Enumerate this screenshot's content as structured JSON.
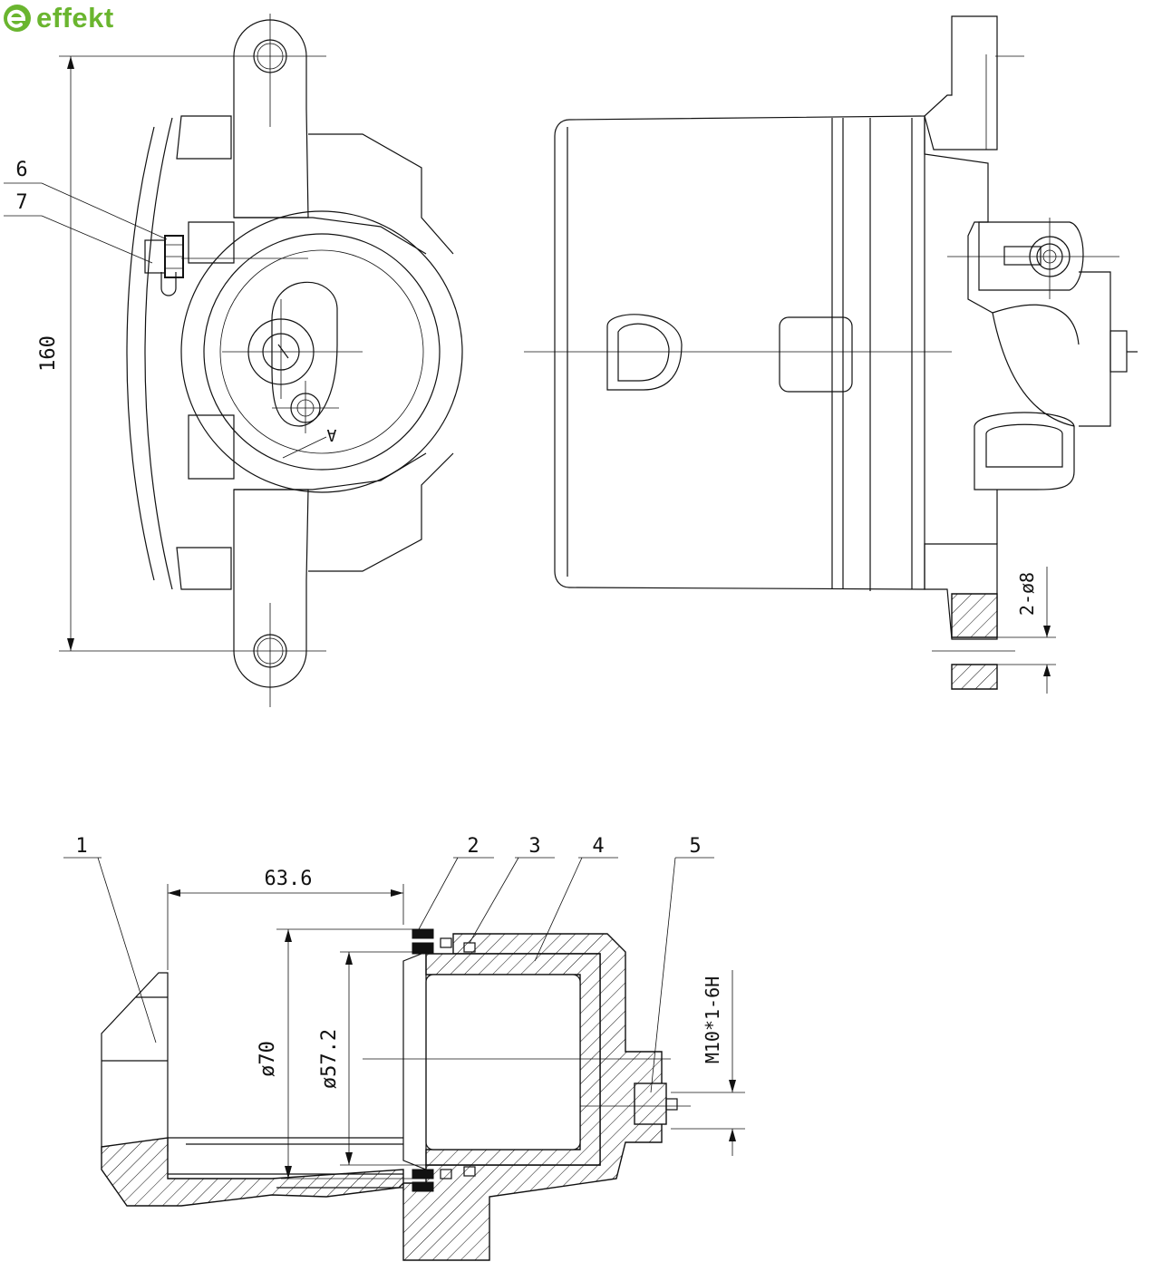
{
  "brand": {
    "name": "effekt",
    "color": "#6ab52f"
  },
  "front_view": {
    "height_dimension": "160",
    "callouts": [
      {
        "number": "6"
      },
      {
        "number": "7"
      }
    ],
    "label_A": "A"
  },
  "side_view": {
    "hole_dimension": "2-ø8"
  },
  "section_view": {
    "callouts": [
      {
        "number": "1"
      },
      {
        "number": "2"
      },
      {
        "number": "3"
      },
      {
        "number": "4"
      },
      {
        "number": "5"
      }
    ],
    "bore_depth": "63.6",
    "outer_diameter": "ø70",
    "piston_diameter": "ø57.2",
    "thread": "M10*1-6H"
  },
  "colors": {
    "line": "#111111",
    "background": "#ffffff",
    "brand_green": "#6ab52f"
  }
}
